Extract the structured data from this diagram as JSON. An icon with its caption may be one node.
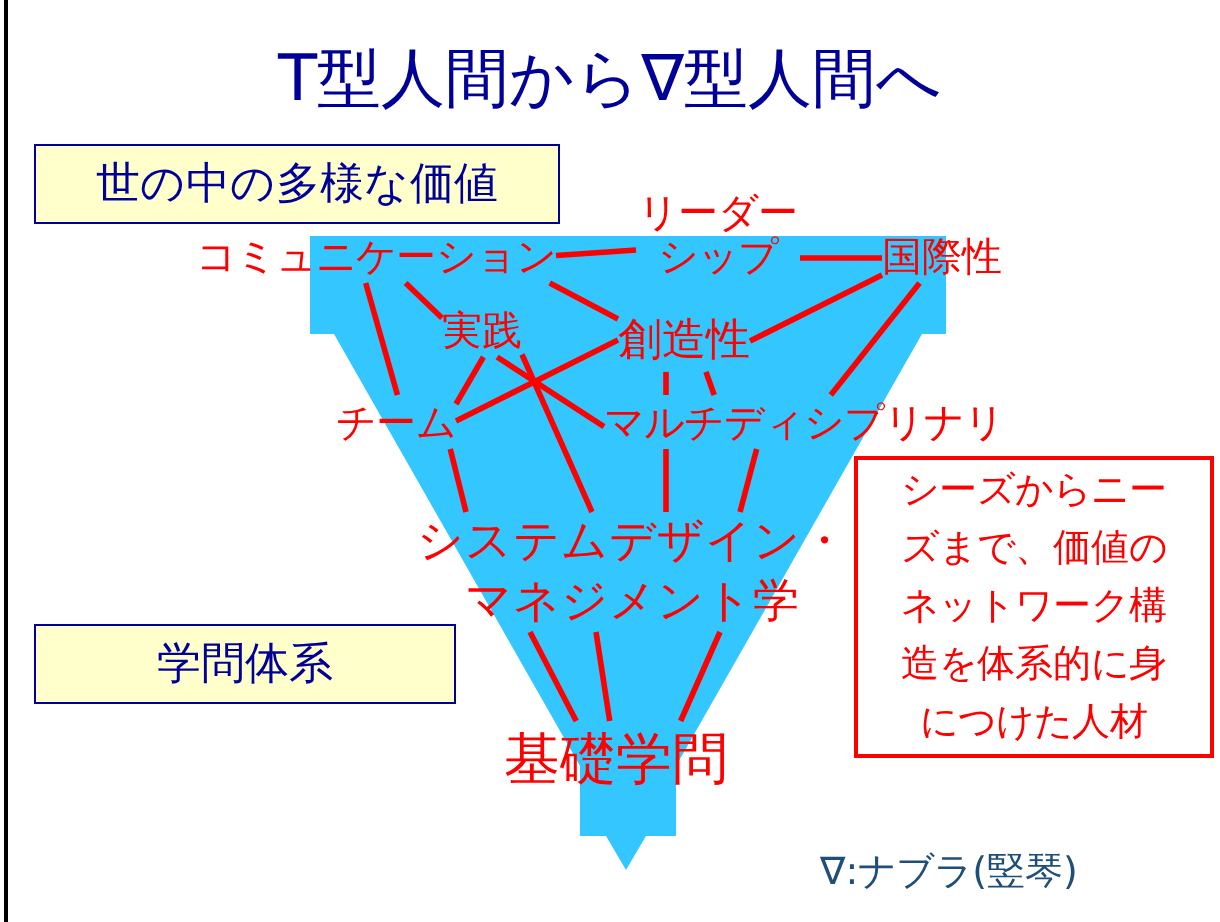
{
  "diagram": {
    "title": "T型人間から∇型人間へ",
    "nodes": [
      {
        "text": [
          "世の中の多様な価値"
        ]
      },
      {
        "text": [
          "コミュニケーション"
        ]
      },
      {
        "text": [
          "リーダーシップ"
        ]
      },
      {
        "text": [
          "国際性"
        ]
      },
      {
        "text": [
          "実践"
        ]
      },
      {
        "text": [
          "創造性"
        ]
      },
      {
        "text": [
          "チーム"
        ]
      },
      {
        "text": [
          "マルチディシプリナリ"
        ]
      },
      {
        "text": [
          "システムデザイン・マネジメント学"
        ]
      },
      {
        "text": [
          "学問体系"
        ]
      },
      {
        "text": [
          "基礎学問"
        ]
      },
      {
        "text": [
          "シーズからニーズまで、価値のネットワーク構造を体系的に身につけた人材"
        ]
      }
    ],
    "edges": [
      {
        "from": 1,
        "to": 2,
        "arrow": "none"
      },
      {
        "from": 2,
        "to": 3,
        "arrow": "none"
      },
      {
        "from": 1,
        "to": 4,
        "arrow": "none"
      },
      {
        "from": 1,
        "to": 6,
        "arrow": "none"
      },
      {
        "from": 1,
        "to": 5,
        "arrow": "none"
      },
      {
        "from": 3,
        "to": 5,
        "arrow": "none"
      },
      {
        "from": 3,
        "to": 7,
        "arrow": "none"
      },
      {
        "from": 4,
        "to": 6,
        "arrow": "none"
      },
      {
        "from": 4,
        "to": 7,
        "arrow": "none"
      },
      {
        "from": 4,
        "to": 8,
        "arrow": "none"
      },
      {
        "from": 5,
        "to": 6,
        "arrow": "none"
      },
      {
        "from": 5,
        "to": 7,
        "arrow": "none"
      },
      {
        "from": 5,
        "to": 7,
        "arrow": "none"
      },
      {
        "from": 6,
        "to": 8,
        "arrow": "none"
      },
      {
        "from": 7,
        "to": 8,
        "arrow": "none"
      },
      {
        "from": 7,
        "to": 8,
        "arrow": "none"
      },
      {
        "from": 8,
        "to": 10,
        "arrow": "none"
      },
      {
        "from": 8,
        "to": 10,
        "arrow": "none"
      },
      {
        "from": 8,
        "to": 10,
        "arrow": "none"
      }
    ],
    "labels": [
      "∇:ナブラ(竪琴)"
    ]
  }
}
